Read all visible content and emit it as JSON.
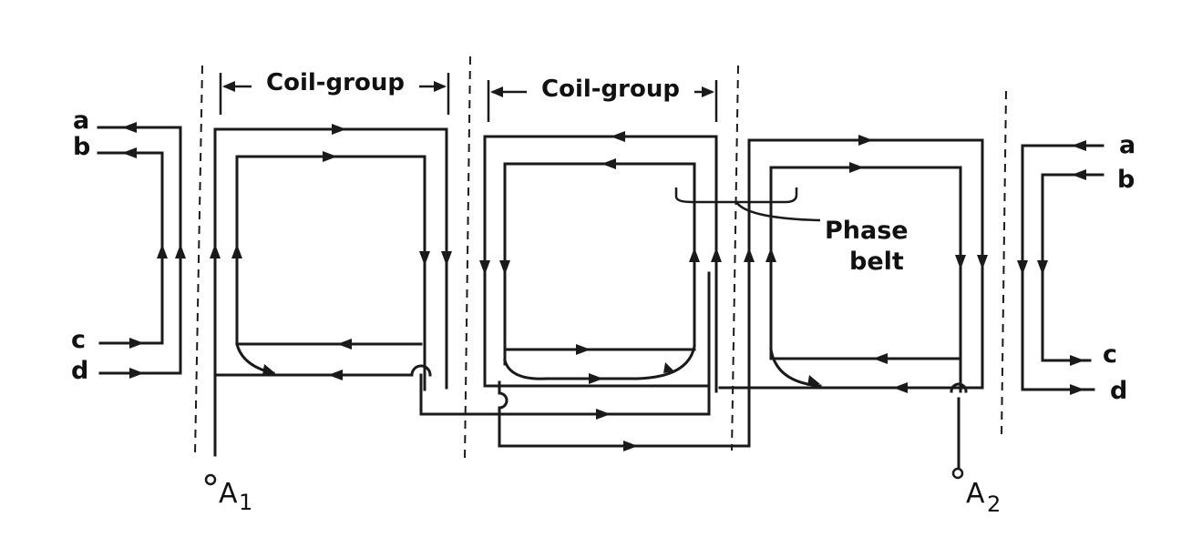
{
  "labels": {
    "coil_group_1": "Coil-group",
    "coil_group_2": "Coil-group",
    "phase_belt_line1": "Phase",
    "phase_belt_line2": "belt",
    "terminal_a1_letter": "A",
    "terminal_a1_sub": "1",
    "terminal_a2_letter": "A",
    "terminal_a2_sub": "2",
    "left_terminals": [
      "a",
      "b",
      "c",
      "d"
    ],
    "right_terminals": [
      "a",
      "b",
      "c",
      "d"
    ]
  },
  "colors": {
    "ink": "#1a1a1a",
    "paper": "#ffffff"
  }
}
